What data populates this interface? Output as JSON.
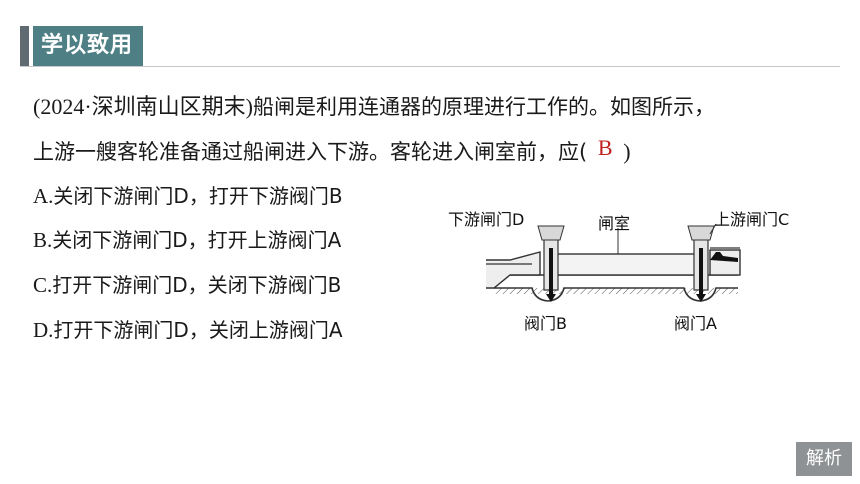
{
  "header": {
    "title": "学以致用"
  },
  "question": {
    "source": "(2024·深圳南山区期末)",
    "line1_text": "船闸是利用连通器的原理进行工作的。如图所示，",
    "line2_text": "上游一艘客轮准备通过船闸进入下游。客轮进入闸室前，应(",
    "answer": "B",
    "line2_close": ")"
  },
  "options": [
    {
      "letter": "A.",
      "text": "关闭下游闸门D，打开下游阀门B"
    },
    {
      "letter": "B.",
      "text": "关闭下游闸门D，打开上游阀门A"
    },
    {
      "letter": "C.",
      "text": "打开下游闸门D，关闭下游阀门B"
    },
    {
      "letter": "D.",
      "text": "打开下游闸门D，关闭上游阀门A"
    }
  ],
  "diagram": {
    "label_downstream_gate": "下游闸门D",
    "label_lock_chamber": "闸室",
    "label_upstream_gate": "上游闸门C",
    "label_valve_b": "阀门B",
    "label_valve_a": "阀门A"
  },
  "solution_button": {
    "label": "解析"
  }
}
